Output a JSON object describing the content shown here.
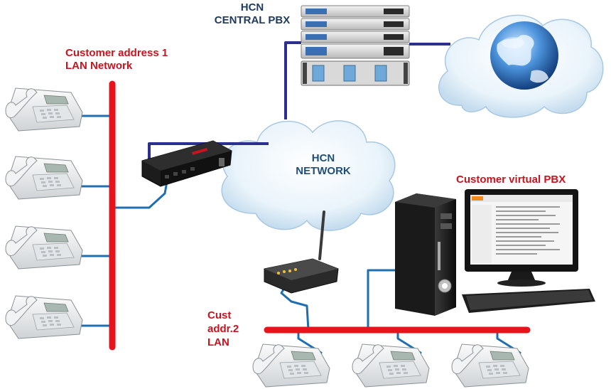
{
  "labels": {
    "hcn_central_pbx": [
      "HCN",
      "CENTRAL PBX"
    ],
    "customer_address_1": [
      "Customer address 1",
      "LAN Network"
    ],
    "hcn_network": [
      "HCN",
      "NETWORK"
    ],
    "customer_virtual_pbx": "Customer virtual PBX",
    "cust_addr_2": [
      "Cust",
      "addr.2",
      "LAN"
    ]
  },
  "colors": {
    "lan_bus": "#e8141c",
    "cable": "#1f6fb0",
    "uplink": "#2b2f8f",
    "label_red": "#c8141e",
    "label_blue": "#1f4e79"
  },
  "icons": {
    "phone": "desk-ip-phone-icon",
    "server": "rack-server-icon",
    "internet": "globe-icon",
    "gateway": "gateway-router-icon",
    "wifi_router": "wifi-router-icon",
    "desktop": "desktop-pc-icon"
  }
}
